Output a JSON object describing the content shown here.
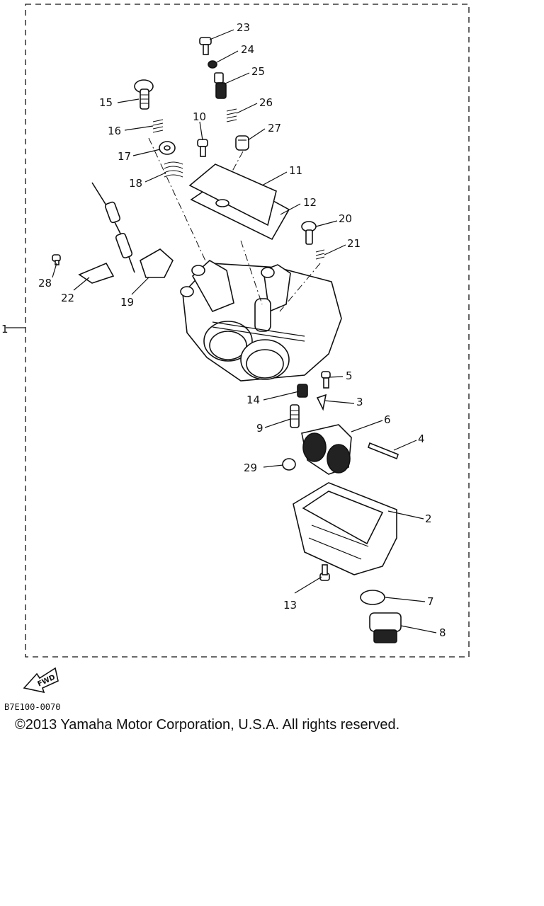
{
  "diagram": {
    "assembly_label": "1",
    "callouts": [
      {
        "id": "c2",
        "text": "2"
      },
      {
        "id": "c3",
        "text": "3"
      },
      {
        "id": "c4",
        "text": "4"
      },
      {
        "id": "c5",
        "text": "5"
      },
      {
        "id": "c6",
        "text": "6"
      },
      {
        "id": "c7",
        "text": "7"
      },
      {
        "id": "c8",
        "text": "8"
      },
      {
        "id": "c9",
        "text": "9"
      },
      {
        "id": "c10",
        "text": "10"
      },
      {
        "id": "c11",
        "text": "11"
      },
      {
        "id": "c12",
        "text": "12"
      },
      {
        "id": "c13",
        "text": "13"
      },
      {
        "id": "c14",
        "text": "14"
      },
      {
        "id": "c15",
        "text": "15"
      },
      {
        "id": "c16",
        "text": "16"
      },
      {
        "id": "c17",
        "text": "17"
      },
      {
        "id": "c18",
        "text": "18"
      },
      {
        "id": "c19",
        "text": "19"
      },
      {
        "id": "c20",
        "text": "20"
      },
      {
        "id": "c21",
        "text": "21"
      },
      {
        "id": "c22",
        "text": "22"
      },
      {
        "id": "c23",
        "text": "23"
      },
      {
        "id": "c24",
        "text": "24"
      },
      {
        "id": "c25",
        "text": "25"
      },
      {
        "id": "c26",
        "text": "26"
      },
      {
        "id": "c27",
        "text": "27"
      },
      {
        "id": "c28",
        "text": "28"
      },
      {
        "id": "c29",
        "text": "29"
      }
    ],
    "direction_marker": "FWD"
  },
  "footer": {
    "diagram_code": "B7E100-0070",
    "copyright": "©2013 Yamaha Motor Corporation, U.S.A. All rights reserved."
  }
}
